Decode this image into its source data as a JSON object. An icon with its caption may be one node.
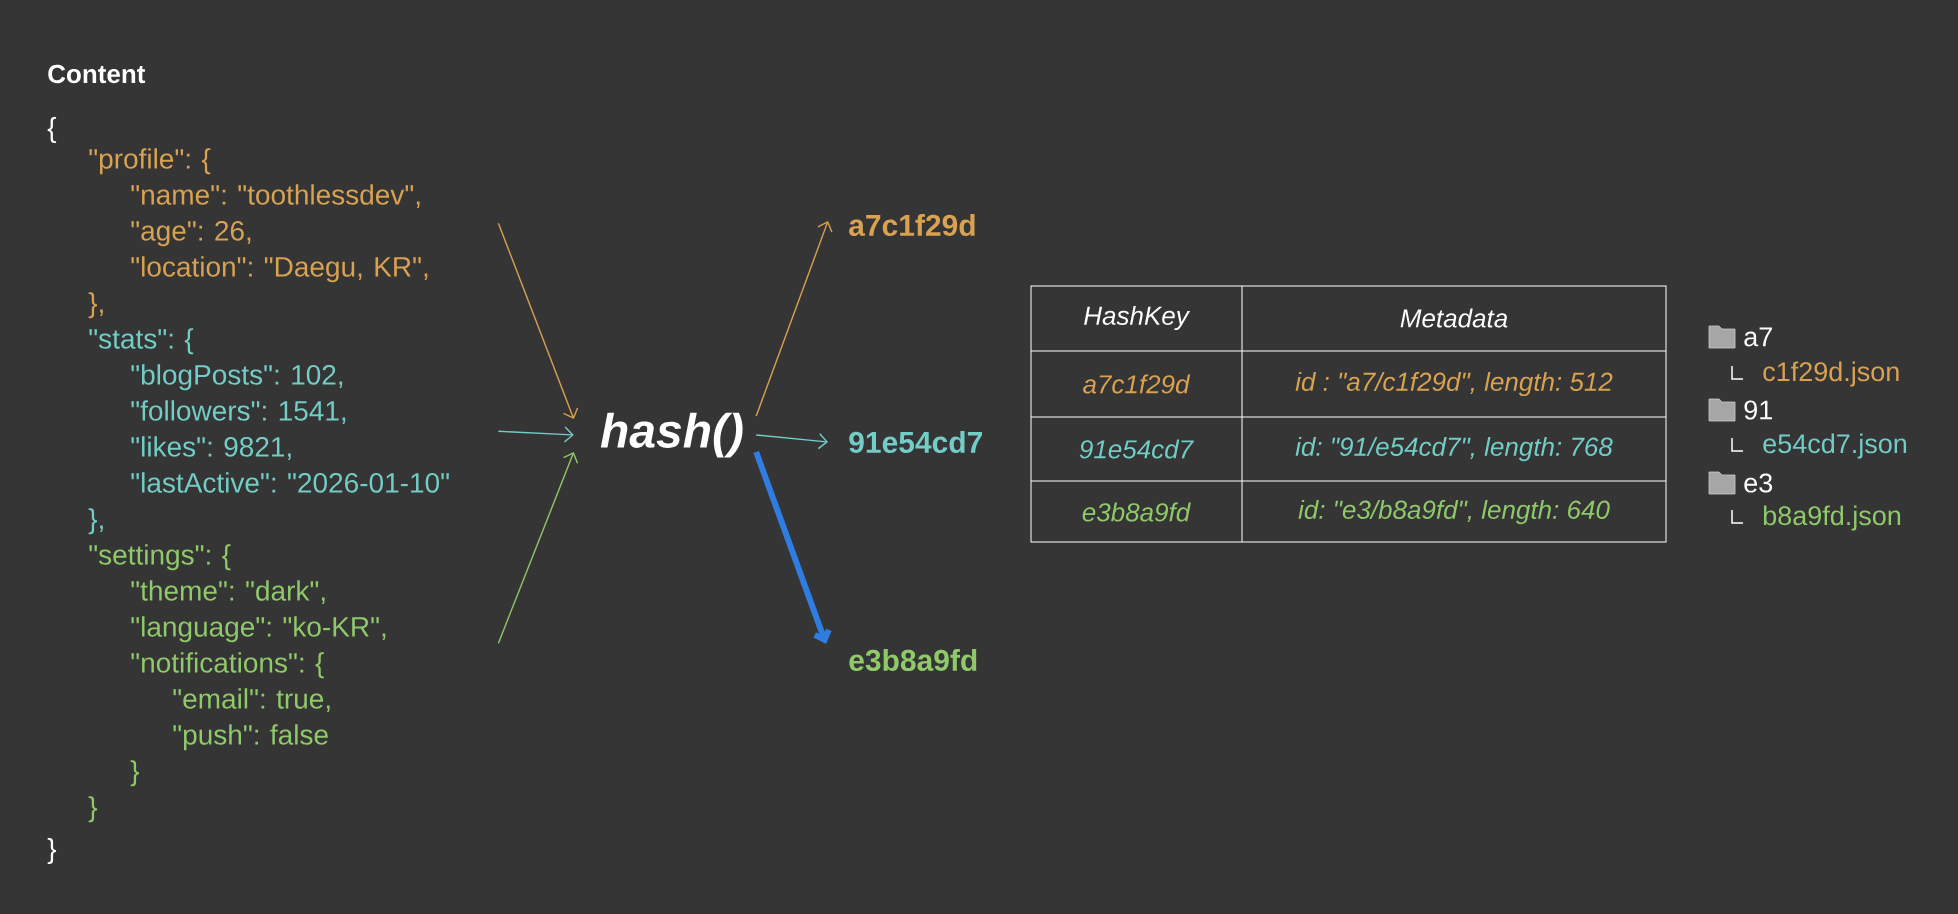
{
  "diagram": {
    "title": "Content",
    "nodes": [
      {
        "text": [
          "\"profile\": {",
          "\"name\": \"toothlessdev\",",
          "\"age\": 26,",
          "\"location\": \"Daegu, KR\",",
          "},"
        ]
      },
      {
        "text": [
          "\"stats\": {",
          "\"blogPosts\": 102,",
          "\"followers\": 1541,",
          "\"likes\": 9821,",
          "\"lastActive\": \"2026-01-10\"",
          "},"
        ]
      },
      {
        "text": [
          "\"settings\": {",
          "\"theme\": \"dark\",",
          "\"language\": \"ko-KR\",",
          "\"notifications\": {",
          "\"email\": true,",
          "\"push\": false",
          "}",
          "}"
        ]
      },
      {
        "text": [
          "hash()"
        ]
      },
      {
        "text": [
          "a7c1f29d"
        ]
      },
      {
        "text": [
          "91e54cd7"
        ]
      },
      {
        "text": [
          "e3b8a9fd"
        ]
      }
    ],
    "edges": [
      {
        "from": 0,
        "to": 3,
        "arrow": "to",
        "color": "#d9a251"
      },
      {
        "from": 1,
        "to": 3,
        "arrow": "to",
        "color": "#72cdc6"
      },
      {
        "from": 2,
        "to": 3,
        "arrow": "to",
        "color": "#8fc96a"
      },
      {
        "from": 3,
        "to": 4,
        "arrow": "to",
        "color": "#d9a251"
      },
      {
        "from": 3,
        "to": 5,
        "arrow": "to",
        "color": "#72cdc6"
      },
      {
        "from": 3,
        "to": 6,
        "arrow": "to",
        "color": "#2f7de1",
        "style": "thick"
      }
    ],
    "labels": [
      "{",
      "}",
      "HashKey",
      "Metadata",
      "a7c1f29d",
      "id : \"a7/c1f29d\",  length: 512",
      "91e54cd7",
      "id: \"91/e54cd7\", length: 768",
      "e3b8a9fd",
      "id: \"e3/b8a9fd\", length: 640",
      "a7",
      "c1f29d.json",
      "91",
      "e54cd7.json",
      "e3",
      "b8a9fd.json"
    ]
  }
}
